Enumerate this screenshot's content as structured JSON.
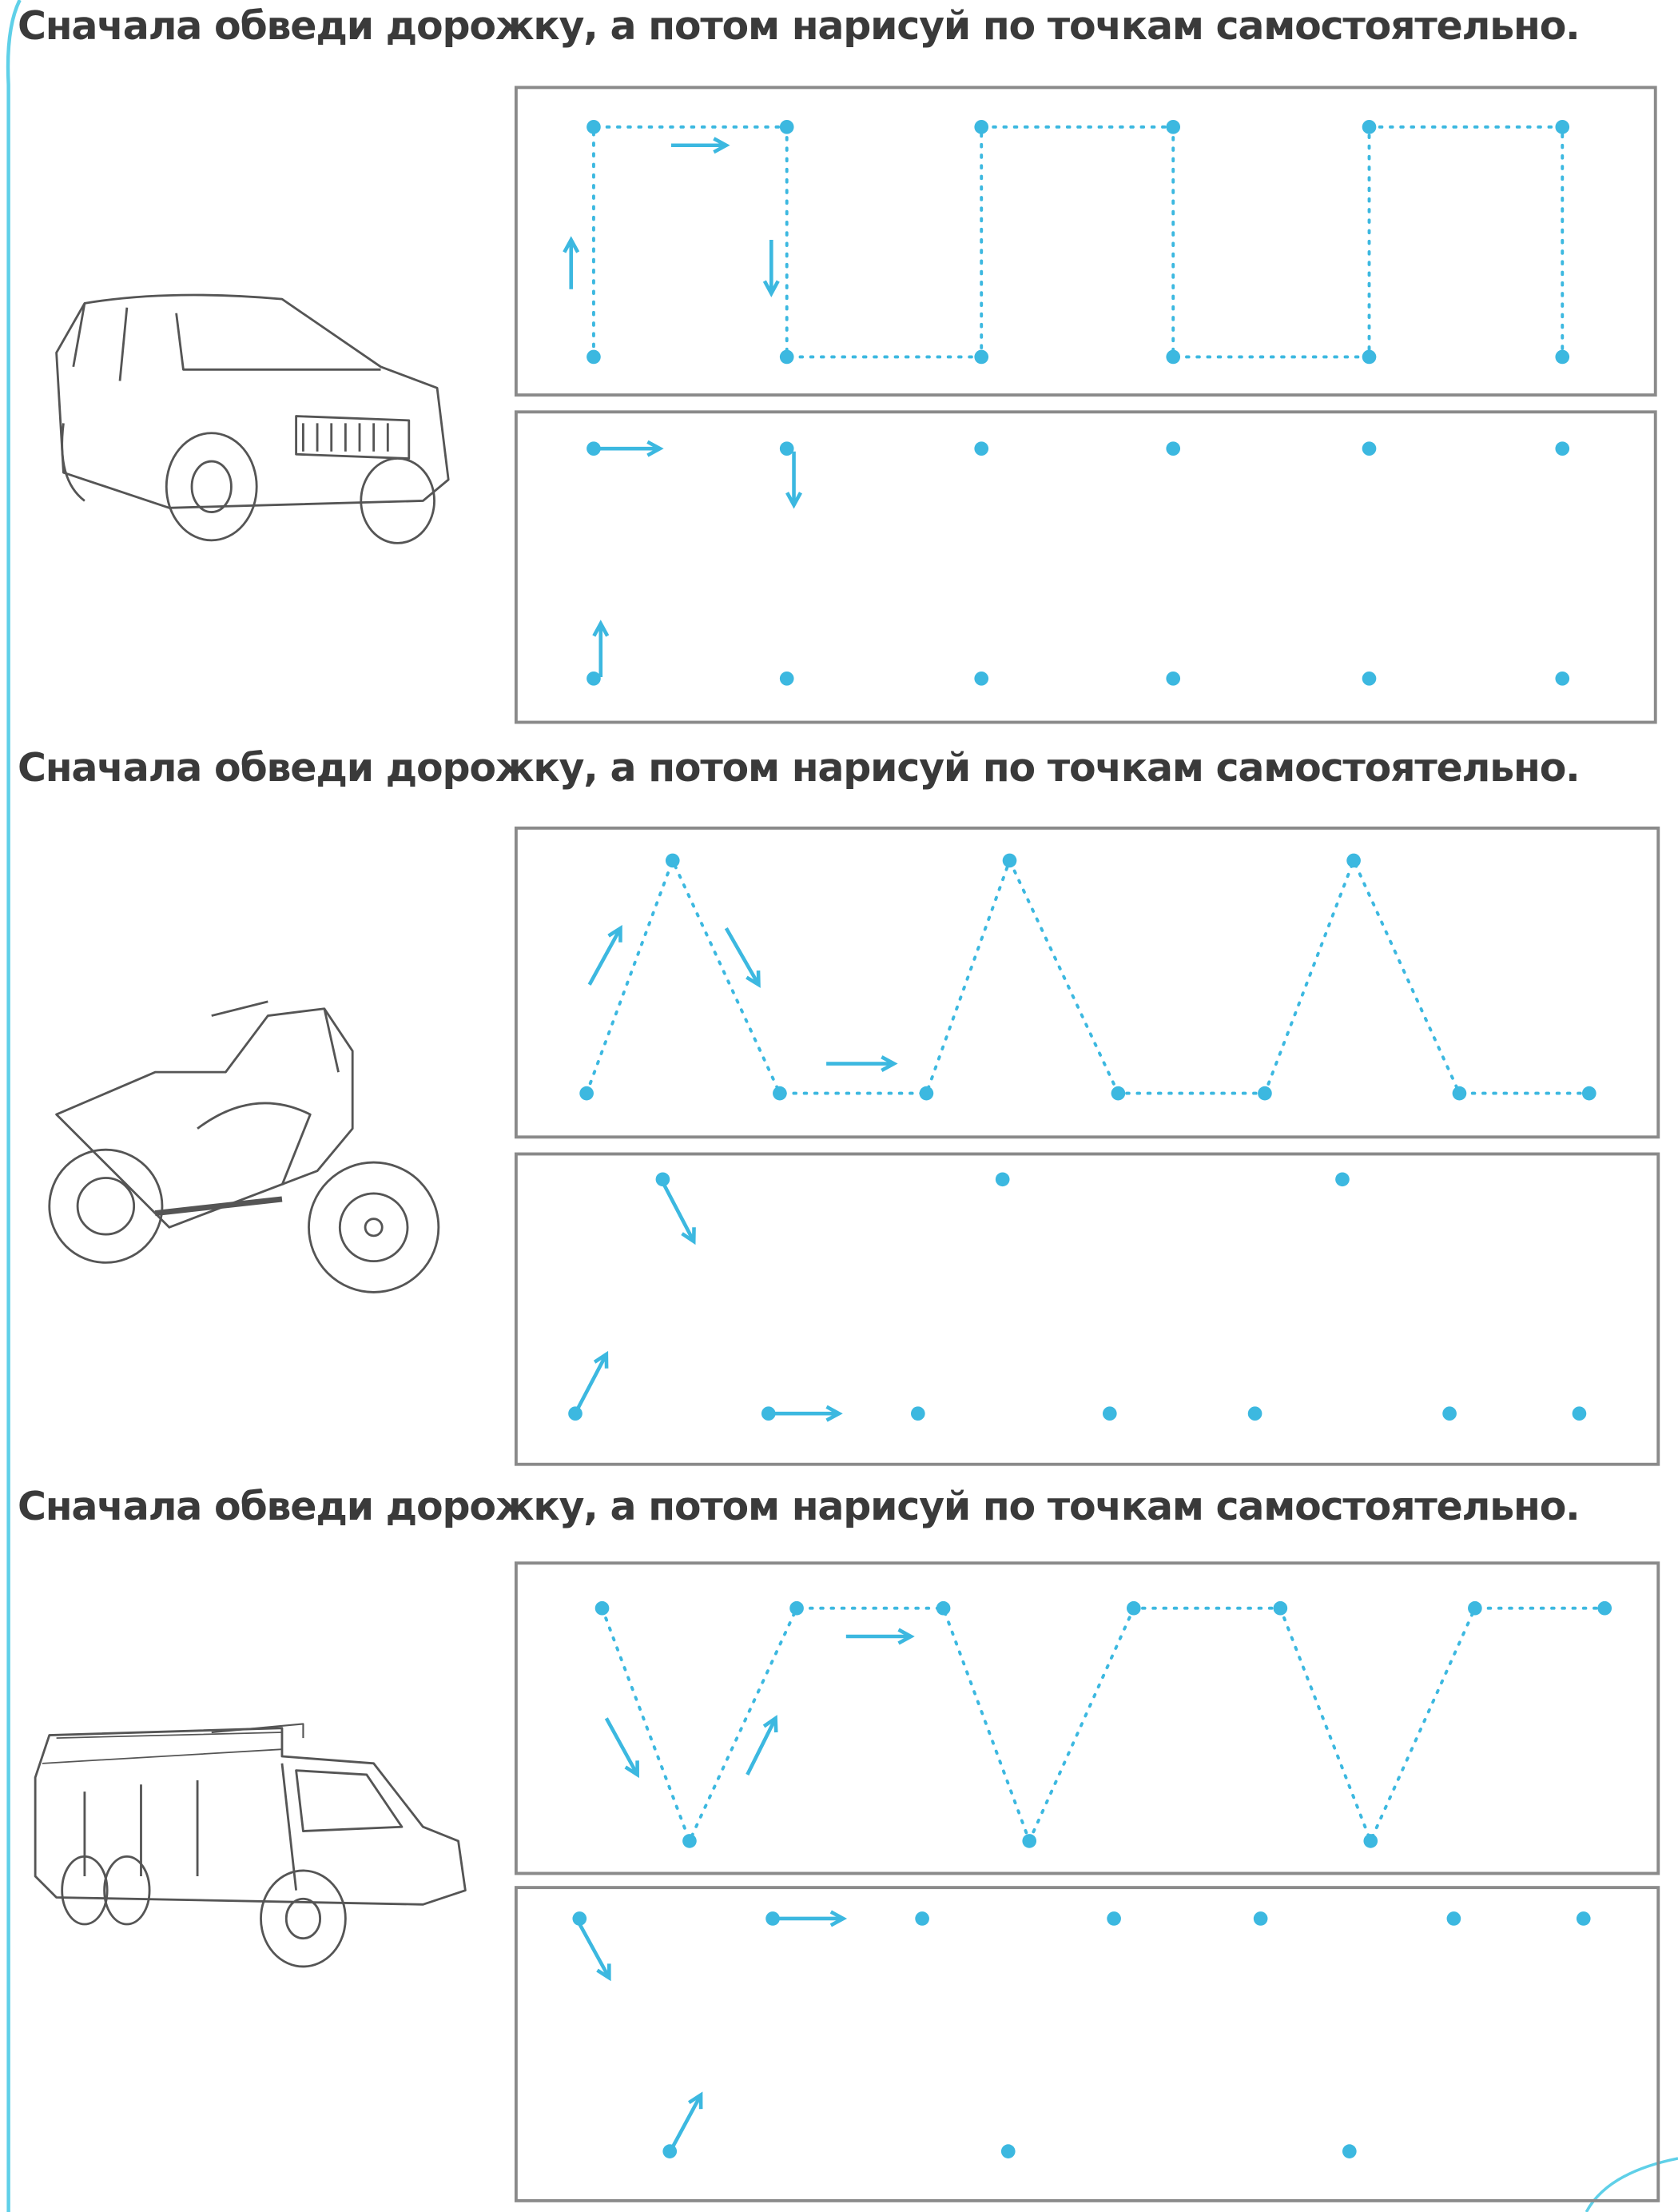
{
  "page": {
    "exercises": [
      {
        "instruction": "Сначала обведи дорожку, а потом нарисуй по точкам самостоятельно.",
        "vehicle_icon": "suv-car-icon"
      },
      {
        "instruction": "Сначала обведи дорожку, а потом нарисуй по точкам самостоятельно.",
        "vehicle_icon": "motorcycle-icon"
      },
      {
        "instruction": "Сначала обведи дорожку, а потом нарисуй по точкам самостоятельно.",
        "vehicle_icon": "fire-truck-icon"
      }
    ],
    "colors": {
      "dots": "#3cb8e0",
      "frame": "#8a8a8a",
      "text": "#3a3a3a",
      "border": "#5fd0e8"
    }
  }
}
